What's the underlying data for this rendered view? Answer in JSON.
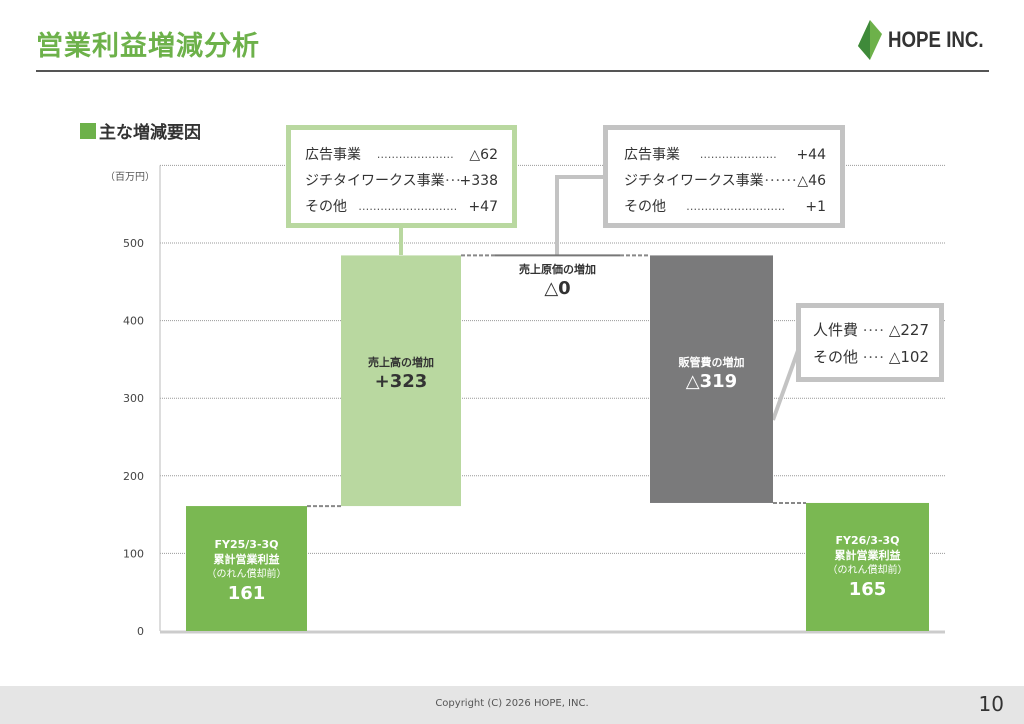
{
  "header": {
    "title": "営業利益増減分析",
    "logo": "HOPE INC."
  },
  "section_title": "主な増減要因",
  "chart_data": {
    "type": "waterfall",
    "unit_label": "（百万円）",
    "ylim": [
      0,
      600
    ],
    "yticks": [
      0,
      100,
      200,
      300,
      400,
      500
    ],
    "grid": true,
    "bars": [
      {
        "lines": [
          "FY25/3-3Q",
          "累計営業利益",
          "（のれん償却前）"
        ],
        "value_label": "161",
        "kind": "total",
        "start": 0,
        "end": 161,
        "color": "#7ab852"
      },
      {
        "lines": [
          "売上高の増加"
        ],
        "value_label": "+323",
        "kind": "increase",
        "start": 161,
        "end": 484,
        "color": "#b9d8a0"
      },
      {
        "lines": [
          "売上原価の増加"
        ],
        "value_label": "△0",
        "kind": "decrease",
        "start": 484,
        "end": 484,
        "color": "#777777"
      },
      {
        "lines": [
          "販管費の増加"
        ],
        "value_label": "△319",
        "kind": "decrease",
        "start": 484,
        "end": 165,
        "color": "#7a7a7b"
      },
      {
        "lines": [
          "FY26/3-3Q",
          "累計営業利益",
          "（のれん償却前）"
        ],
        "value_label": "165",
        "kind": "total",
        "start": 0,
        "end": 165,
        "color": "#7ab852"
      }
    ]
  },
  "callouts": {
    "sales": [
      {
        "label": "広告事業",
        "dots": "…………………",
        "value": "△62"
      },
      {
        "label": "ジチタイワークス事業",
        "dots": "････",
        "value": "+338"
      },
      {
        "label": "その他",
        "dots": "………………………",
        "value": "+47"
      }
    ],
    "cost": [
      {
        "label": "広告事業",
        "dots": "…………………",
        "value": "+44"
      },
      {
        "label": "ジチタイワークス事業",
        "dots": "･･････",
        "value": "△46"
      },
      {
        "label": "その他",
        "dots": "………………………",
        "value": "+1"
      }
    ],
    "sga": [
      {
        "label": "人件費",
        "dots": "････",
        "value": "△227"
      },
      {
        "label": "その他",
        "dots": "････",
        "value": "△102"
      }
    ]
  },
  "footer": {
    "copyright": "Copyright (C) 2026 HOPE, INC.",
    "page": "10"
  }
}
